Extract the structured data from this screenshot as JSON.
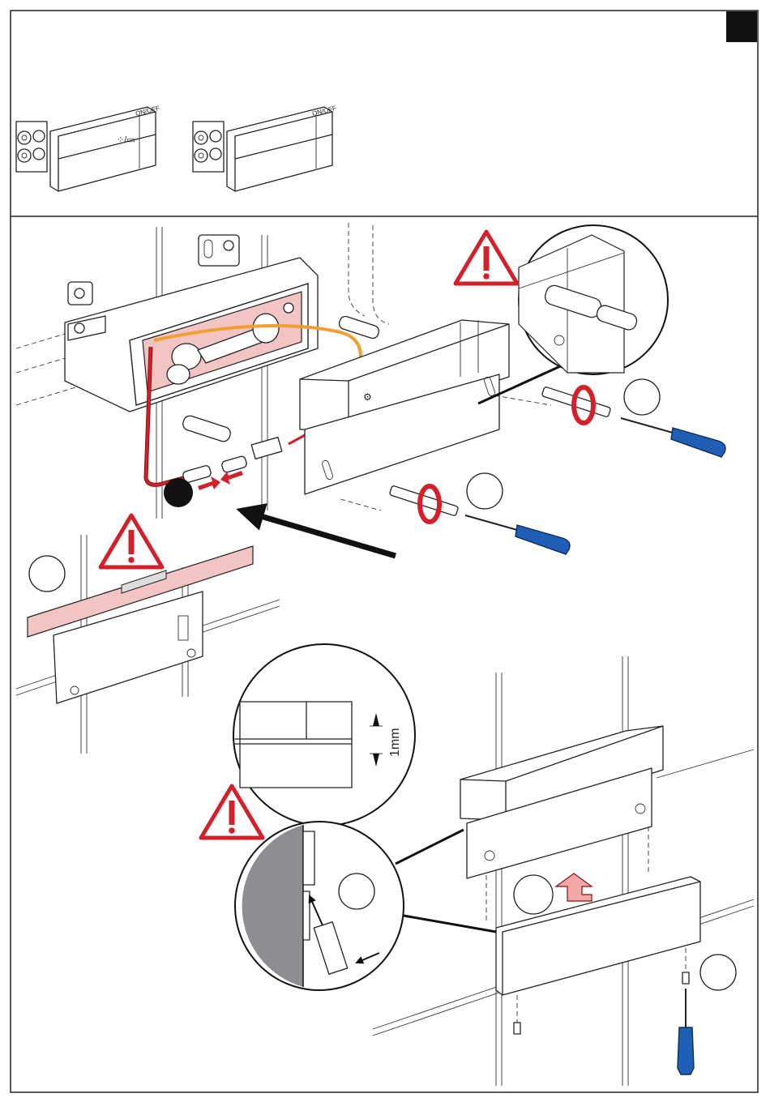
{
  "page": {
    "section_marker": "",
    "variant_a": {
      "switch_label": "ON/OFF"
    },
    "variant_b": {
      "switch_label": "ON/OFF"
    }
  },
  "detail": {
    "gap_value": "1mm"
  },
  "colors": {
    "warning": "#d3202a",
    "pink_fill": "#f2c4c4",
    "cable_orange": "#f0a030",
    "cable_red": "#d3202a",
    "screwdriver_blue": "#1f5fb5",
    "wall_grey": "#8c8e92"
  },
  "icons": [
    "warning-triangle-icon",
    "screwdriver-icon",
    "rotation-arrow-icon",
    "insert-arrow-icon",
    "step-circle-icon"
  ]
}
